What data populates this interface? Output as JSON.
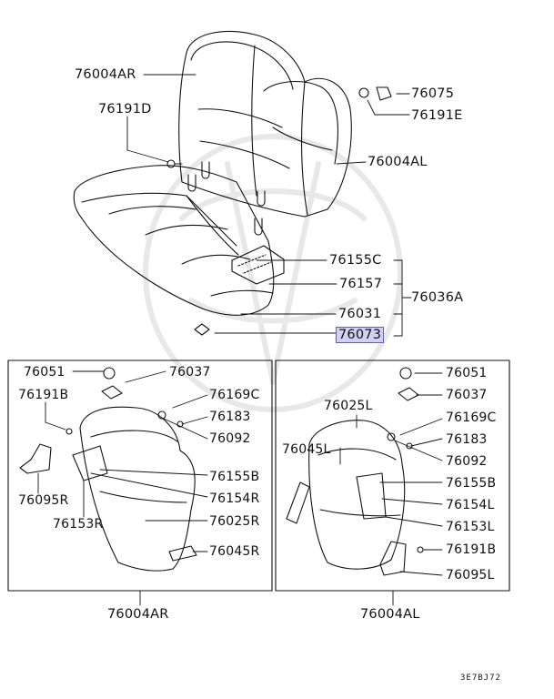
{
  "colors": {
    "highlight": "#cfd0f2",
    "highlight_border": "#5a5fc4",
    "ink": "#111111"
  },
  "labels": {
    "p76004AR": "76004AR",
    "p76191D": "76191D",
    "p76075": "76075",
    "p76191E": "76191E",
    "p76004AL": "76004AL",
    "p76155C": "76155C",
    "p76157": "76157",
    "p76036A": "76036A",
    "p76031": "76031",
    "p76073": "76073"
  },
  "left_box": {
    "p76051": "76051",
    "p76037": "76037",
    "p76191B": "76191B",
    "p76169C": "76169C",
    "p76183": "76183",
    "p76092": "76092",
    "p76155B": "76155B",
    "p76154R": "76154R",
    "p76095R": "76095R",
    "p76153R": "76153R",
    "p76025R": "76025R",
    "p76045R": "76045R",
    "assembly": "76004AR"
  },
  "right_box": {
    "p76051": "76051",
    "p76037": "76037",
    "p76025L": "76025L",
    "p76169C": "76169C",
    "p76183": "76183",
    "p76045L": "76045L",
    "p76092": "76092",
    "p76155B": "76155B",
    "p76154L": "76154L",
    "p76153L": "76153L",
    "p76191B": "76191B",
    "p76095L": "76095L",
    "assembly": "76004AL"
  },
  "diagram_code": "3E7BJ72"
}
